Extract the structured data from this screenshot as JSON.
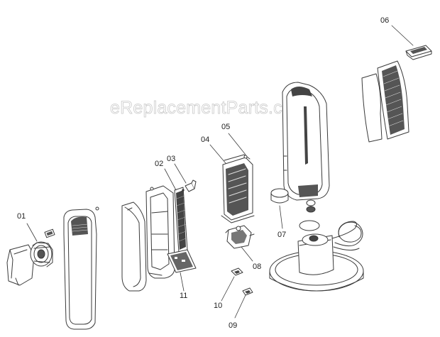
{
  "watermark": "eReplacementParts.com",
  "colors": {
    "line": "#3a3a3a",
    "shade": "#6d6d6d",
    "dark": "#2b2b2b",
    "watermark_outline": "#c9c9c9"
  },
  "callouts": [
    {
      "id": "p01",
      "label": "01"
    },
    {
      "id": "p02",
      "label": "02"
    },
    {
      "id": "p03",
      "label": "03"
    },
    {
      "id": "p04",
      "label": "04"
    },
    {
      "id": "p05",
      "label": "05"
    },
    {
      "id": "p06",
      "label": "06"
    },
    {
      "id": "p07",
      "label": "07"
    },
    {
      "id": "p08",
      "label": "08"
    },
    {
      "id": "p09",
      "label": "09"
    },
    {
      "id": "p10",
      "label": "10"
    },
    {
      "id": "p11",
      "label": "11"
    }
  ]
}
